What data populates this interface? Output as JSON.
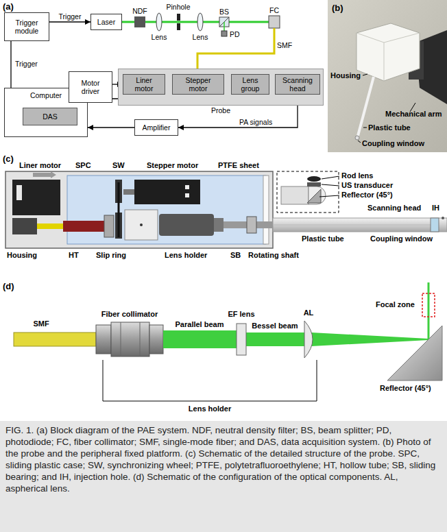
{
  "diagram": {
    "caption": "FIG. 1. (a) Block diagram of the PAE system. NDF, neutral density filter; BS, beam splitter; PD, photodiode; FC, fiber collimator; SMF, single-mode fiber; and DAS, data acquisition system. (b) Photo of the probe and the peripheral fixed platform. (c) Schematic of the detailed structure of the probe. SPC, sliding plastic case; SW, synchronizing wheel; PTFE, polytetrafluoroethylene; HT, hollow tube; SB, sliding bearing; and IH, injection hole. (d) Schematic of the configuration of the optical components. AL, aspherical lens.",
    "nodes": [
      {
        "text": [
          "Trigger module"
        ]
      },
      {
        "text": [
          "Laser"
        ]
      },
      {
        "text": [
          "Computer"
        ]
      },
      {
        "text": [
          "DAS"
        ],
        "in": 2
      },
      {
        "text": [
          "Motor driver"
        ]
      },
      {
        "text": [
          "Probe"
        ]
      },
      {
        "text": [
          "Liner motor"
        ],
        "in": 5
      },
      {
        "text": [
          "Stepper motor"
        ],
        "in": 5
      },
      {
        "text": [
          "Lens group"
        ],
        "in": 5
      },
      {
        "text": [
          "Scanning head"
        ],
        "in": 5
      },
      {
        "text": [
          "Amplifier"
        ]
      }
    ],
    "edges": [
      {
        "from": 0,
        "to": 1,
        "arrow": "to",
        "label": "Trigger"
      },
      {
        "from": 0,
        "to": 3,
        "arrow": "to",
        "label": "Trigger"
      },
      {
        "from": 4,
        "to": 6,
        "arrow": "to"
      },
      {
        "from": 4,
        "to": 7,
        "arrow": "to"
      },
      {
        "from": 7,
        "to": 8,
        "arrow": "none"
      },
      {
        "from": 8,
        "to": 9,
        "arrow": "none"
      },
      {
        "from": 9,
        "to": 10,
        "arrow": "to",
        "label": "PA signals"
      },
      {
        "from": 10,
        "to": 2,
        "arrow": "to"
      }
    ],
    "labels": [
      "(a)",
      "NDF",
      "Pinhole",
      "BS",
      "FC",
      "Lens",
      "Lens",
      "PD",
      "SMF",
      "(b)",
      "Housing",
      "Mechanical arm",
      "Plastic tube",
      "Coupling window",
      "(c)",
      "Liner motor",
      "SPC",
      "SW",
      "Stepper motor",
      "PTFE sheet",
      "Rod lens",
      "US transducer",
      "Reflector (45°)",
      "Scanning head",
      "IH",
      "Housing",
      "HT",
      "Slip ring",
      "Lens holder",
      "SB",
      "Rotating shaft",
      "Plastic tube",
      "Coupling window",
      "(d)",
      "SMF",
      "Fiber collimator",
      "EF lens",
      "AL",
      "Focal zone",
      "Parallel beam",
      "Bessel beam",
      "Reflector (45°)",
      "Lens holder"
    ]
  }
}
